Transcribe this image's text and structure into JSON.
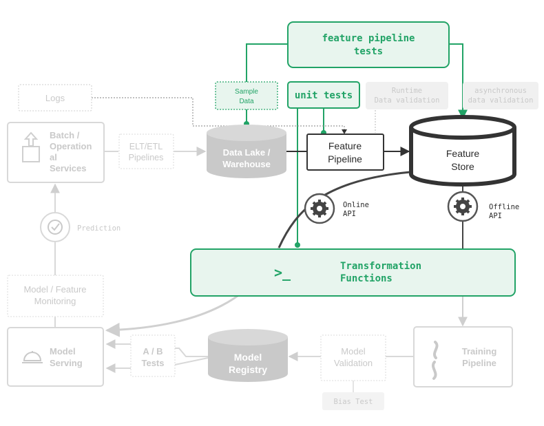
{
  "colors": {
    "accent_green": "#21a366",
    "green_fill": "#e8f5ee",
    "dark": "#333333",
    "faint": "#d8d8d8",
    "faint_text": "#c9c9c9",
    "db_grey": "#c9c9c9"
  },
  "icons": {
    "upload": "upload-icon",
    "check": "check-circle-icon",
    "gear": "gear-icon",
    "bell": "service-bell-icon",
    "pipeline": "pipeline-icon",
    "terminal": "terminal-prompt-icon"
  },
  "nodes": {
    "feature_pipeline_tests": {
      "line1": "feature pipeline",
      "line2": "tests"
    },
    "sample_data": {
      "line1": "Sample",
      "line2": "Data"
    },
    "unit_tests": {
      "label": "unit tests"
    },
    "runtime_validation": {
      "line1": "Runtime",
      "line2": "Data validation"
    },
    "async_validation": {
      "line1": "asynchronous",
      "line2": "data validation"
    },
    "logs": {
      "label": "Logs"
    },
    "batch_services": {
      "line1": "Batch /",
      "line2": "Operation",
      "line3": "al",
      "line4": "Services"
    },
    "elt_pipelines": {
      "line1": "ELT/ETL",
      "line2": "Pipelines"
    },
    "data_lake": {
      "line1": "Data Lake /",
      "line2": "Warehouse"
    },
    "feature_pipeline": {
      "line1": "Feature",
      "line2": "Pipeline"
    },
    "feature_store": {
      "line1": "Feature",
      "line2": "Store"
    },
    "online_api": {
      "line1": "Online",
      "line2": "API"
    },
    "offline_api": {
      "line1": "Offline",
      "line2": "API"
    },
    "prediction": {
      "label": "Prediction"
    },
    "monitoring": {
      "line1": "Model / Feature",
      "line2": "Monitoring"
    },
    "transformation": {
      "prompt": ">_",
      "line1": "Transformation",
      "line2": "Functions"
    },
    "model_serving": {
      "line1": "Model",
      "line2": "Serving"
    },
    "ab_tests": {
      "line1": "A / B",
      "line2": "Tests"
    },
    "model_registry": {
      "line1": "Model",
      "line2": "Registry"
    },
    "model_validation": {
      "line1": "Model",
      "line2": "Validation"
    },
    "training_pipeline": {
      "line1": "Training",
      "line2": "Pipeline"
    },
    "bias_test": {
      "label": "Bias Test"
    }
  }
}
